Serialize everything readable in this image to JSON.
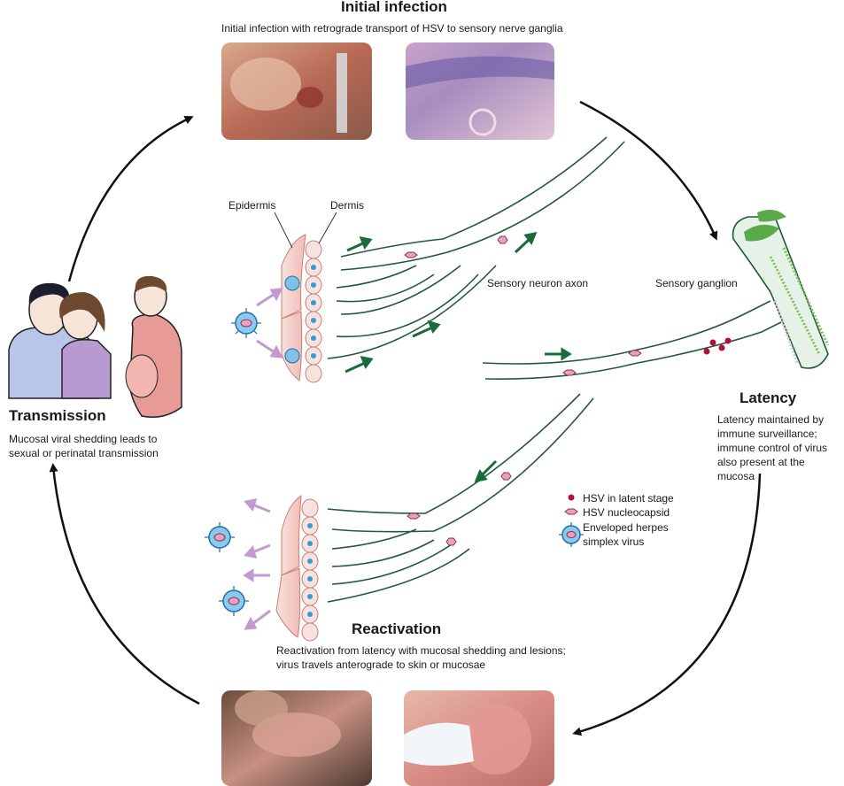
{
  "initial_infection": {
    "title": "Initial infection",
    "caption": "Initial infection with retrograde transport of HSV to sensory nerve ganglia"
  },
  "latency": {
    "title": "Latency",
    "caption": "Latency maintained by immune surveillance; immune control of virus also present at the mucosa"
  },
  "reactivation": {
    "title": "Reactivation",
    "caption": "Reactivation from latency with mucosal shedding and lesions; virus travels anterograde to skin or mucosae"
  },
  "transmission": {
    "title": "Transmission",
    "caption": "Mucosal viral shedding leads to sexual or perinatal transmission"
  },
  "labels": {
    "epidermis": "Epidermis",
    "dermis": "Dermis",
    "sensory_neuron_axon": "Sensory neuron axon",
    "sensory_ganglion": "Sensory ganglion"
  },
  "legend": {
    "latent": "HSV in latent stage",
    "nucleocapsid": "HSV nucleocapsid",
    "enveloped": "Enveloped herpes simplex virus"
  },
  "colors": {
    "nerve_outline": "#1f5a3a",
    "nerve_fill": "#e8f2ea",
    "arrow_green": "#1a6b3a",
    "arrow_purple": "#c39ad0",
    "virus_blue": "#4a9fd8",
    "latent_red": "#b0103a",
    "skin_pink": "#f5d3cf"
  }
}
